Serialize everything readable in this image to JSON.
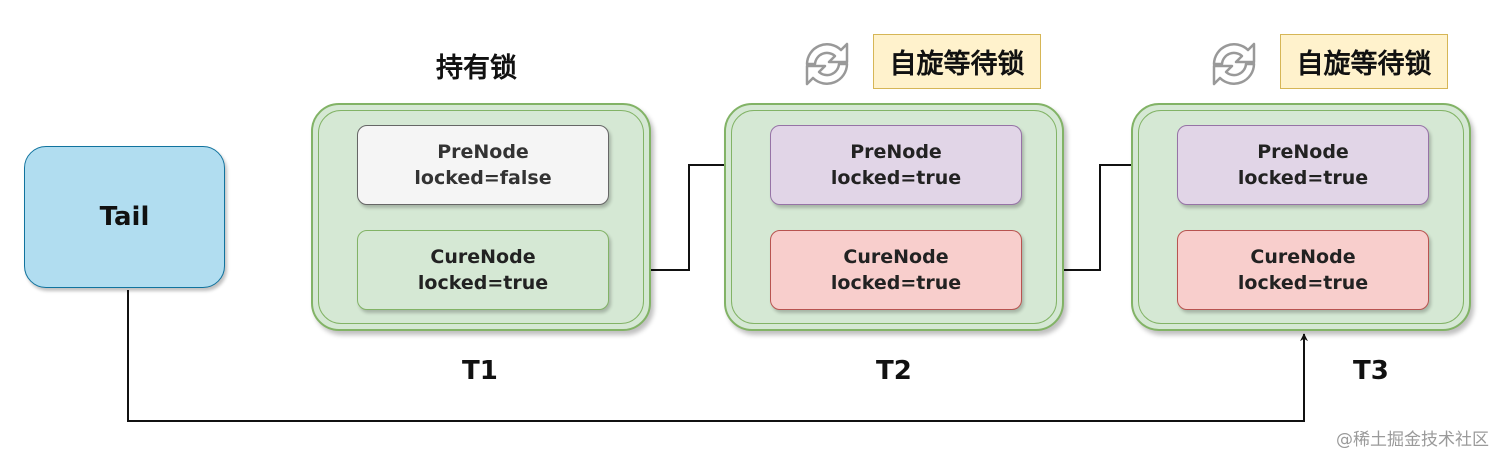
{
  "tail": {
    "label": "Tail"
  },
  "threads": [
    {
      "label": "T1",
      "status": "持有锁",
      "status_style": "plain",
      "pre": {
        "name": "PreNode",
        "locked": "locked=false",
        "color": "gray"
      },
      "cur": {
        "name": "CureNode",
        "locked": "locked=true",
        "color": "green"
      }
    },
    {
      "label": "T2",
      "status": "自旋等待锁",
      "status_style": "badge",
      "status_icon": "refresh-icon",
      "pre": {
        "name": "PreNode",
        "locked": "locked=true",
        "color": "purple"
      },
      "cur": {
        "name": "CureNode",
        "locked": "locked=true",
        "color": "red"
      }
    },
    {
      "label": "T3",
      "status": "自旋等待锁",
      "status_style": "badge",
      "status_icon": "refresh-icon",
      "pre": {
        "name": "PreNode",
        "locked": "locked=true",
        "color": "purple"
      },
      "cur": {
        "name": "CureNode",
        "locked": "locked=true",
        "color": "red"
      }
    }
  ],
  "colors": {
    "tail_fill": "#b1ddf0",
    "group_fill": "#d5e8d4",
    "gray_node": "#f5f5f5",
    "green_node": "#d5e8d4",
    "purple_node": "#e1d5e7",
    "red_node": "#f8cecc",
    "badge_fill": "#fff2cc"
  },
  "watermark": "@稀土掘金技术社区"
}
